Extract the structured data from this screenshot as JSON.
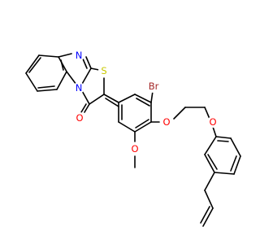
{
  "molecule": {
    "atoms": {
      "N_imine": {
        "text": "N",
        "color": "#0000ff"
      },
      "S": {
        "text": "S",
        "color": "#c8c800"
      },
      "N_ring": {
        "text": "N",
        "color": "#0000ff"
      },
      "O_ketone": {
        "text": "O",
        "color": "#ff0000"
      },
      "Br": {
        "text": "Br",
        "color": "#a52a2a"
      },
      "O_ether1": {
        "text": "O",
        "color": "#ff0000"
      },
      "O_ether2": {
        "text": "O",
        "color": "#ff0000"
      },
      "O_methoxy": {
        "text": "O",
        "color": "#ff0000"
      }
    }
  }
}
